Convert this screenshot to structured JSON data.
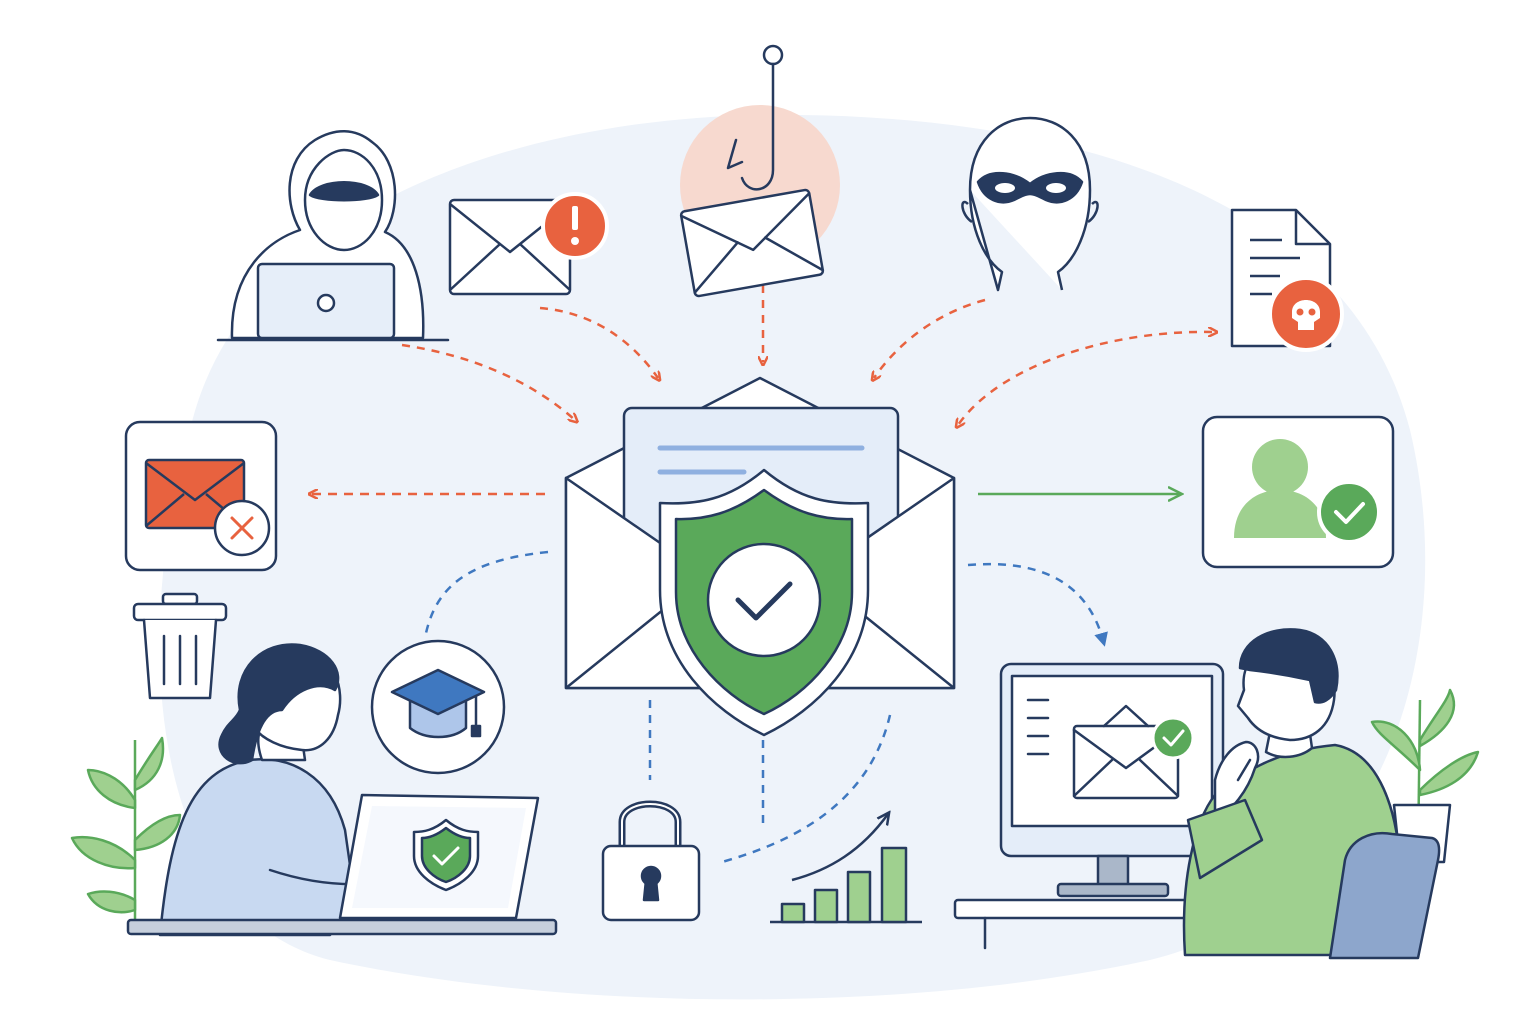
{
  "colors": {
    "navy": "#263a5e",
    "threat_orange": "#e8623f",
    "safe_green": "#5aa95a",
    "light_green": "#9fd08f",
    "flow_blue": "#3f78c0",
    "light_blue": "#aec6ea",
    "pale_blue": "#eef3fa",
    "peach": "#f7d9cf"
  },
  "icons": {
    "hacker": "hooded-hacker-with-laptop",
    "alert_email": "email-with-alert-badge",
    "phishing": "fishing-hook-on-email",
    "masked_attacker": "masked-attacker-head",
    "malware_file": "document-with-skull-badge",
    "blocked_email": "email-with-x-badge",
    "trash": "trash-can",
    "protected_email": "envelope-with-shield-check",
    "verified_user": "user-with-check-badge",
    "training": "graduation-cap",
    "lock": "padlock",
    "growth": "rising-bar-chart",
    "employee_laptop": "woman-at-laptop-with-shield",
    "employee_desktop": "man-at-monitor-with-verified-email"
  }
}
